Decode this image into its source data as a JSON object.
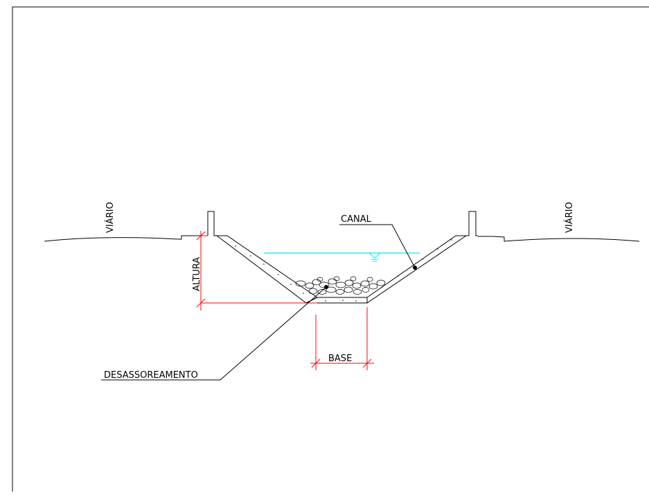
{
  "labels": {
    "viario_left": "VIÁRIO",
    "viario_right": "VIÁRIO",
    "canal": "CANAL",
    "altura": "ALTURA",
    "base": "BASE",
    "desassoreamento": "DESASSOREAMENTO"
  },
  "colors": {
    "line": "#000000",
    "dimension": "#ff0000",
    "water": "#00e5ff",
    "background": "#ffffff"
  }
}
